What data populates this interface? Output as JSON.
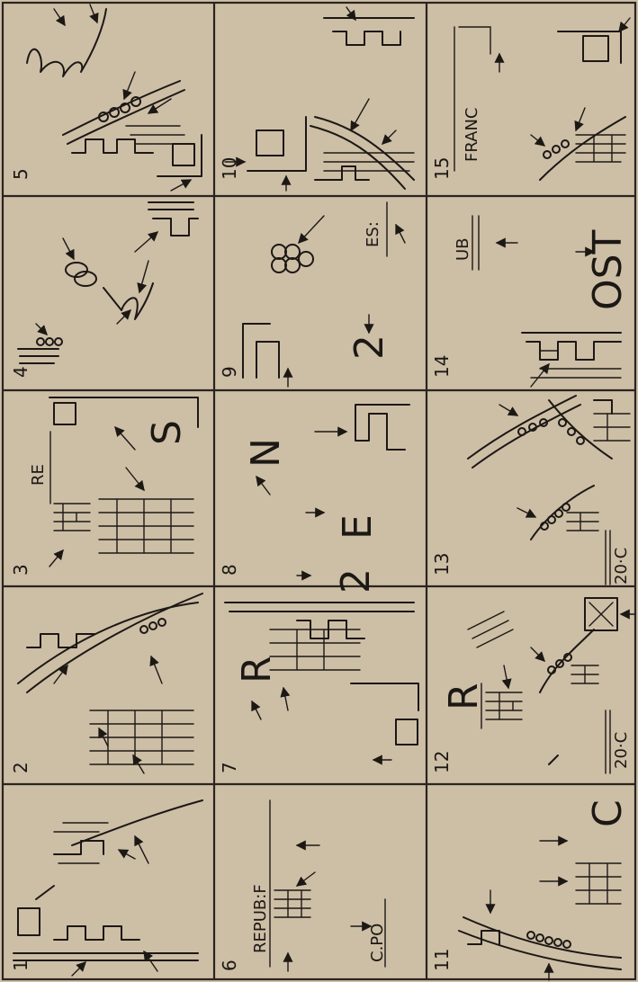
{
  "plate": {
    "columns": 5,
    "rows": 3,
    "panels": [
      {
        "number": "1",
        "labels": []
      },
      {
        "number": "2",
        "labels": []
      },
      {
        "number": "3",
        "labels": [
          "RE",
          "S"
        ]
      },
      {
        "number": "4",
        "labels": []
      },
      {
        "number": "5",
        "labels": []
      },
      {
        "number": "6",
        "labels": [
          "REPUB:F"
        ]
      },
      {
        "number": "7",
        "labels": [
          "R"
        ]
      },
      {
        "number": "8",
        "labels": [
          "N",
          "E",
          "2"
        ]
      },
      {
        "number": "9",
        "labels": [
          "ES:",
          "2"
        ]
      },
      {
        "number": "10",
        "labels": []
      },
      {
        "number": "11",
        "labels": [
          "C"
        ]
      },
      {
        "number": "12",
        "labels": [
          "R",
          "20·C"
        ]
      },
      {
        "number": "13",
        "labels": [
          "20·C"
        ]
      },
      {
        "number": "14",
        "labels": [
          "UB",
          "OST"
        ]
      },
      {
        "number": "15",
        "labels": [
          "FRANC"
        ]
      }
    ],
    "extra_labels": {
      "panel6_bottom": "C.PO"
    },
    "colors": {
      "paper": "#cdbea6",
      "ink": "#1c1814"
    }
  }
}
